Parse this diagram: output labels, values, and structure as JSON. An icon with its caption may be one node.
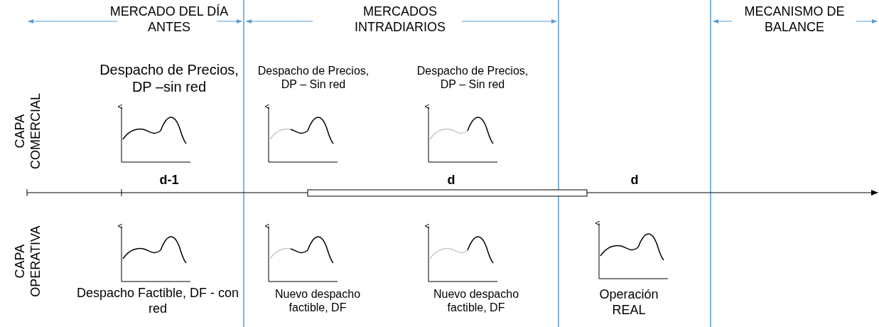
{
  "diagram": {
    "labels": [
      "MERCADO DEL DÍA ANTES",
      "MERCADOS INTRADIARIOS",
      "MECANISMO DE BALANCE",
      "CAPA COMERCIAL",
      "Despacho de Precios, DP –sin red",
      "Despacho de Precios, DP – Sin red",
      "Despacho de Precios, DP – Sin red",
      "d-1",
      "d",
      "d",
      "CAPA OPERATIVA",
      "Despacho Factible, DF - con red",
      "Nuevo despacho factible, DF",
      "Nuevo despacho factible, DF",
      "Operación REAL"
    ]
  }
}
